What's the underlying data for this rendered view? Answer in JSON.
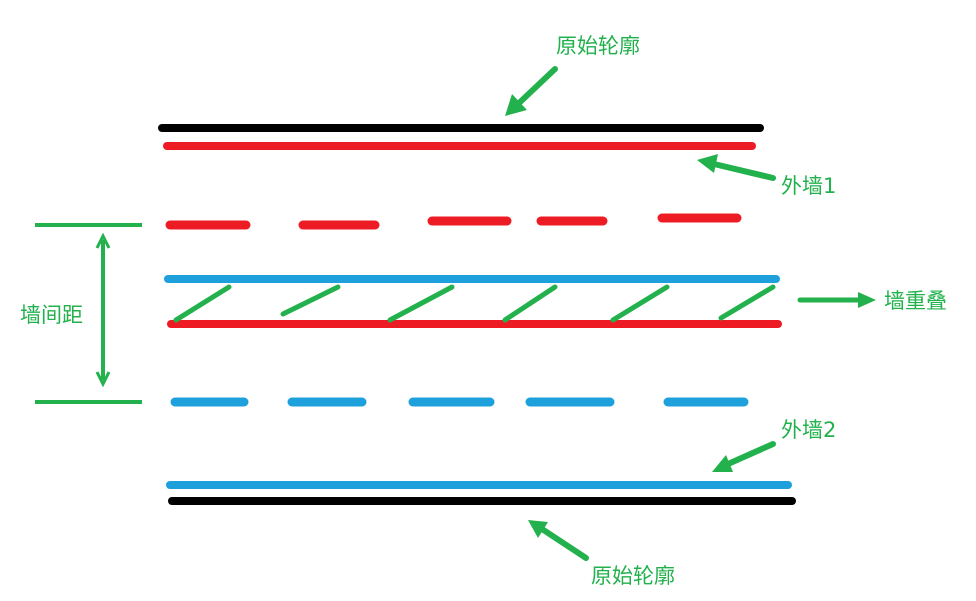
{
  "labels": {
    "original_contour_top": "原始轮廓",
    "outer_wall_1": "外墙1",
    "wall_spacing": "墙间距",
    "wall_overlap": "墙重叠",
    "outer_wall_2": "外墙2",
    "original_contour_bottom": "原始轮廓"
  },
  "colors": {
    "contour": "#000000",
    "wall_1": "#ed1c24",
    "wall_2": "#1ea0dc",
    "annotation": "#22b14c"
  }
}
